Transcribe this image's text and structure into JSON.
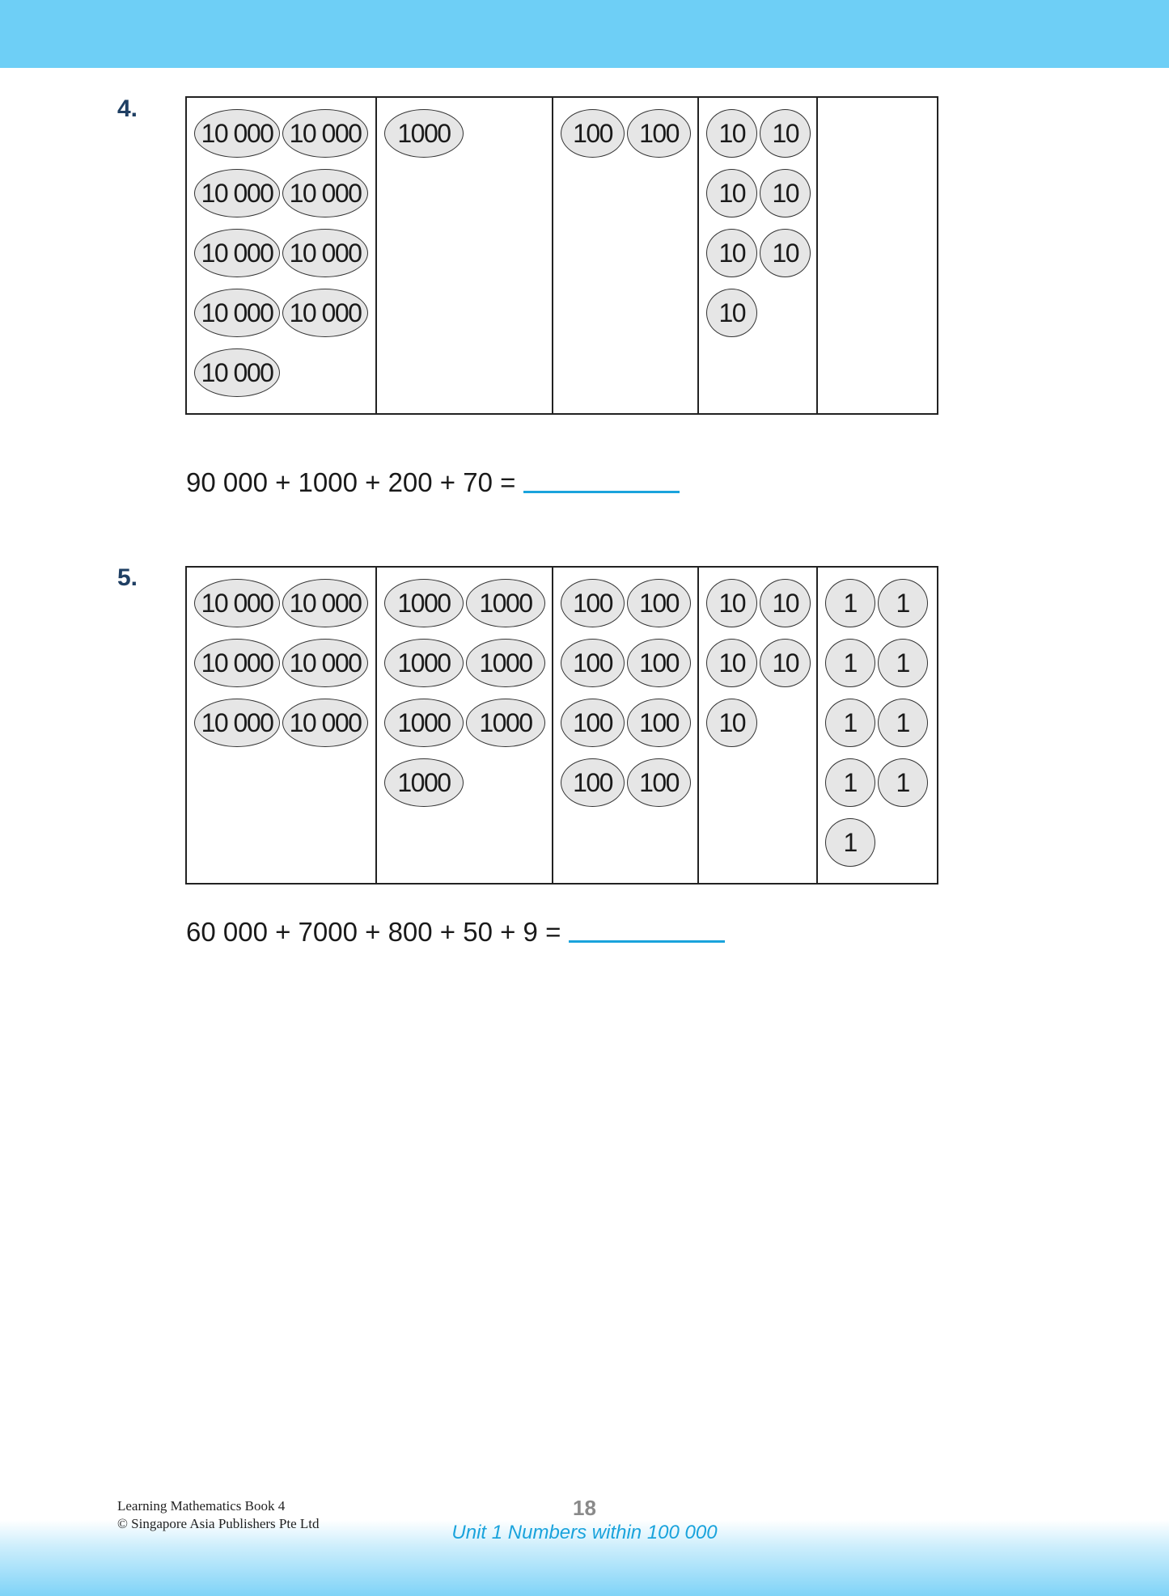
{
  "questions": [
    {
      "number": "4.",
      "columns": [
        [
          "10 000",
          "10 000",
          "10 000",
          "10 000",
          "10 000",
          "10 000",
          "10 000",
          "10 000",
          "10 000"
        ],
        [
          "1000"
        ],
        [
          "100",
          "100"
        ],
        [
          "10",
          "10",
          "10",
          "10",
          "10",
          "10",
          "10"
        ],
        []
      ],
      "equation": "90 000 + 1000 + 200 + 70 ="
    },
    {
      "number": "5.",
      "columns": [
        [
          "10 000",
          "10 000",
          "10 000",
          "10 000",
          "10 000",
          "10 000"
        ],
        [
          "1000",
          "1000",
          "1000",
          "1000",
          "1000",
          "1000",
          "1000"
        ],
        [
          "100",
          "100",
          "100",
          "100",
          "100",
          "100",
          "100",
          "100"
        ],
        [
          "10",
          "10",
          "10",
          "10",
          "10"
        ],
        [
          "1",
          "1",
          "1",
          "1",
          "1",
          "1",
          "1",
          "1",
          "1"
        ]
      ],
      "equation": "60 000 + 7000 + 800 + 50 + 9 ="
    }
  ],
  "footer": {
    "book": "Learning Mathematics Book 4",
    "copyright": "© Singapore Asia Publishers Pte Ltd",
    "page_number": "18",
    "unit_title": "Unit 1  Numbers within 100 000"
  },
  "colors": {
    "top_band": "#6ecff6",
    "question_number": "#1f3f63",
    "answer_line": "#1aa3dc",
    "unit_title": "#1aa3dc"
  }
}
